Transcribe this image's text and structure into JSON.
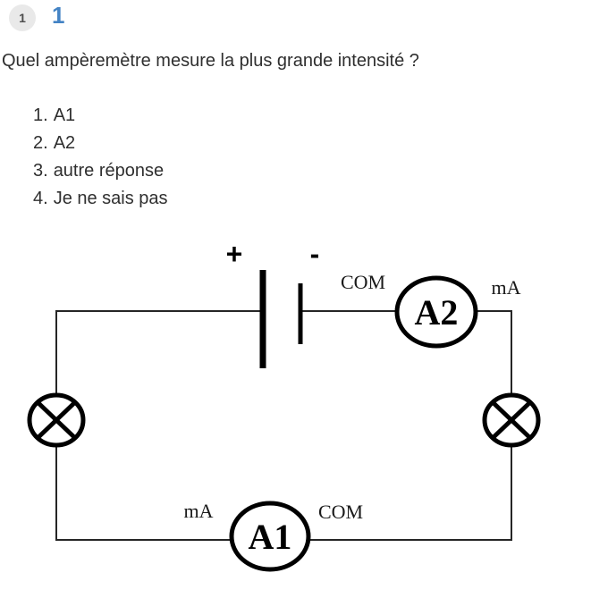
{
  "header": {
    "badge": "1",
    "question_number": "1",
    "accent_color": "#4383c4"
  },
  "question": {
    "text": "Quel ampèremètre mesure la plus grande intensité ?",
    "options": [
      {
        "num": "1.",
        "label": "A1"
      },
      {
        "num": "2.",
        "label": "A2"
      },
      {
        "num": "3.",
        "label": "autre réponse"
      },
      {
        "num": "4.",
        "label": "Je ne sais pas"
      }
    ]
  },
  "circuit": {
    "battery": {
      "plus": "+",
      "minus": "-"
    },
    "ammeter_a2": {
      "label": "A2",
      "left_terminal": "COM",
      "right_terminal": "mA"
    },
    "ammeter_a1": {
      "label": "A1",
      "left_terminal": "mA",
      "right_terminal": "COM"
    },
    "colors": {
      "wire": "#262626",
      "component": "#000000"
    }
  }
}
